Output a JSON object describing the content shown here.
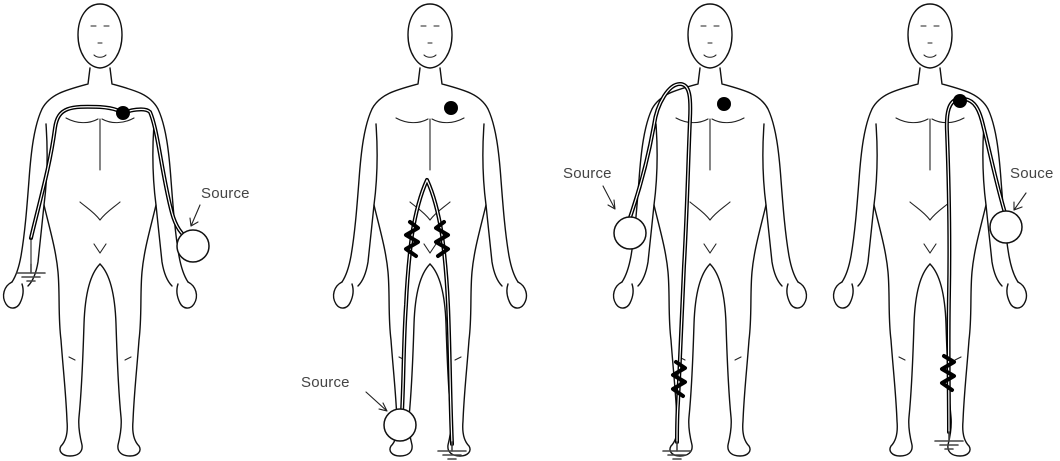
{
  "labels": {
    "figure1_source": "Source",
    "figure2_source": "Source",
    "figure3_source": "Source",
    "figure4_source": "Souce"
  }
}
